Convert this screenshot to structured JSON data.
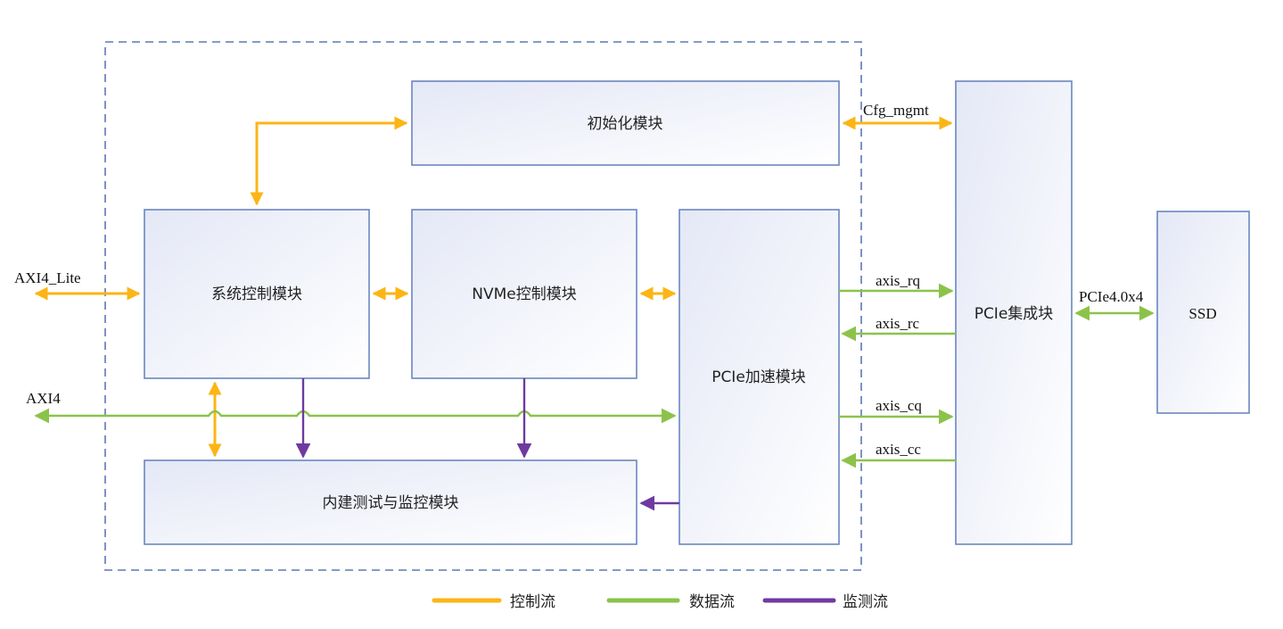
{
  "diagram": {
    "blocks": {
      "init": "初始化模块",
      "sysctl": "系统控制模块",
      "nvme": "NVMe控制模块",
      "pcie_accel": "PCIe加速模块",
      "bist": "内建测试与监控模块",
      "pcie_ip": "PCIe集成块",
      "ssd": "SSD"
    },
    "signals": {
      "axi4_lite": "AXI4_Lite",
      "axi4": "AXI4",
      "cfg_mgmt": "Cfg_mgmt",
      "axis_rq": "axis_rq",
      "axis_rc": "axis_rc",
      "axis_cq": "axis_cq",
      "axis_cc": "axis_cc",
      "pcie_link": "PCIe4.0x4"
    },
    "legend": [
      {
        "label": "控制流",
        "color": "#fcb515"
      },
      {
        "label": "数据流",
        "color": "#8bc34a"
      },
      {
        "label": "监测流",
        "color": "#6f3aa0"
      }
    ]
  }
}
